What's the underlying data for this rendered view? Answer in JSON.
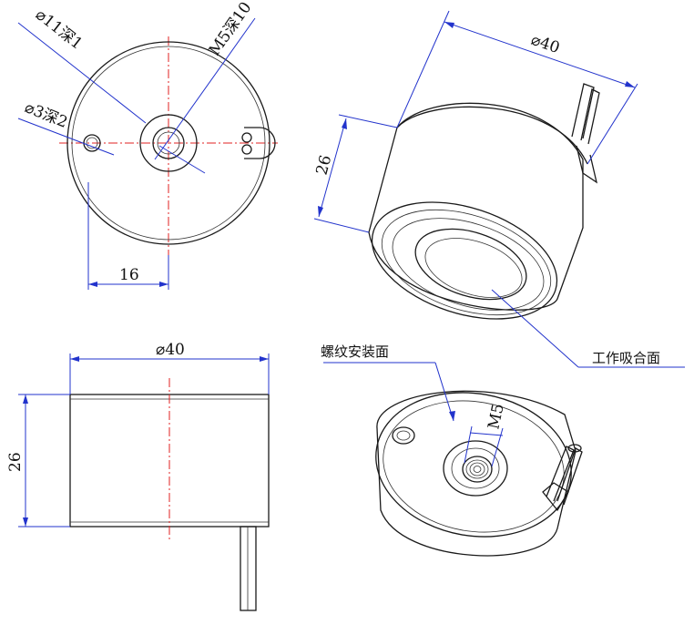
{
  "top_view": {
    "label_center_bore": "⌀11深1",
    "label_thread": "M5深10",
    "label_small_hole": "⌀3深2",
    "dim_offset": "16"
  },
  "iso_view_top": {
    "dim_diameter": "⌀40",
    "dim_height": "26",
    "label_working_face": "工作吸合面"
  },
  "front_view": {
    "dim_diameter": "⌀40",
    "dim_height": "26"
  },
  "iso_view_bottom": {
    "label_mount_face": "螺纹安装面",
    "label_thread": "M5"
  },
  "colors": {
    "outline": "#1a1a1a",
    "dimension": "#2233cc",
    "centerline": "#e02020"
  }
}
